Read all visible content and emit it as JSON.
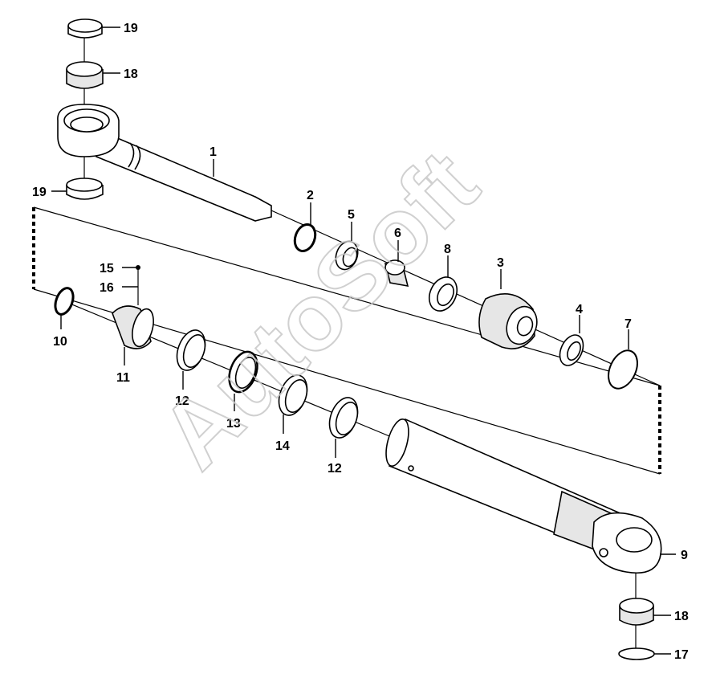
{
  "watermark": "AutoSoft",
  "labels": {
    "p1": "1",
    "p2": "2",
    "p3": "3",
    "p4": "4",
    "p5": "5",
    "p6": "6",
    "p7": "7",
    "p8": "8",
    "p9": "9",
    "p10": "10",
    "p11": "11",
    "p12a": "12",
    "p12b": "12",
    "p13": "13",
    "p14": "14",
    "p15": "15",
    "p16": "16",
    "p17": "17",
    "p18a": "18",
    "p18b": "18",
    "p19a": "19",
    "p19b": "19"
  }
}
